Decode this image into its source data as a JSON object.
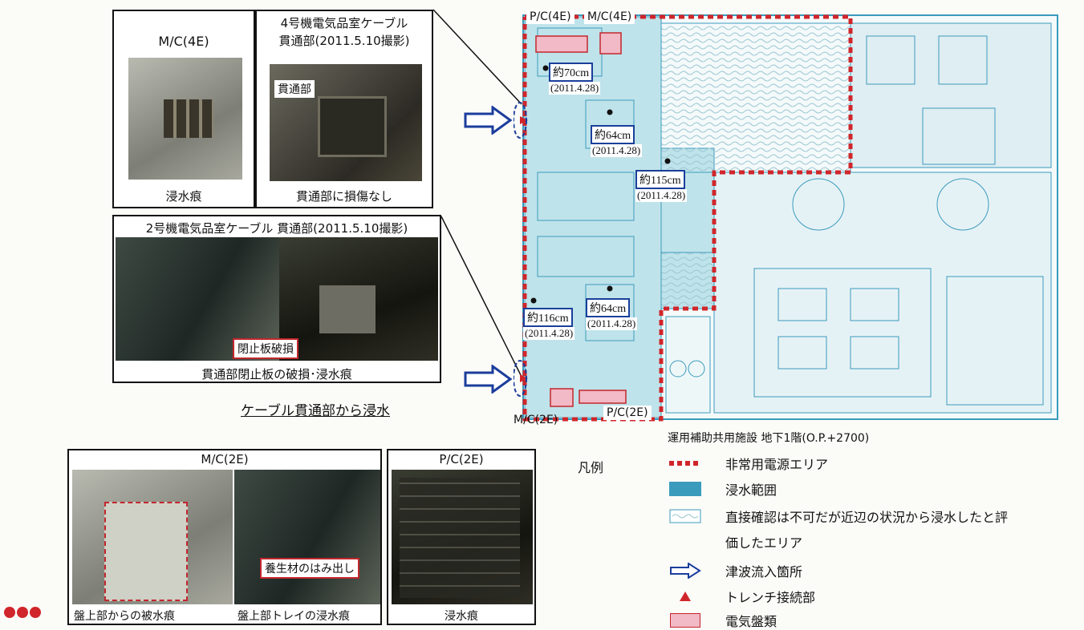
{
  "photos": {
    "mc4e": {
      "title": "M/C(4E)",
      "caption": "浸水痕"
    },
    "pen4": {
      "title_line1": "4号機電気品室ケーブル",
      "title_line2": "貫通部(2011.5.10撮影)",
      "label": "貫通部",
      "caption": "貫通部に損傷なし"
    },
    "pen2": {
      "title": "2号機電気品室ケーブル 貫通部(2011.5.10撮影)",
      "label": "閉止板破損",
      "caption": "貫通部閉止板の破損･浸水痕"
    },
    "mc2e": {
      "title": "M/C(2E)",
      "label": "養生材のはみ出し",
      "caption_left": "盤上部からの被水痕",
      "caption_right": "盤上部トレイの浸水痕"
    },
    "pc2e": {
      "title": "P/C(2E)",
      "caption": "浸水痕"
    }
  },
  "cable_heading": "ケーブル貫通部から浸水",
  "plan": {
    "labels": {
      "pc4e": "P/C(4E)",
      "mc4e": "M/C(4E)",
      "mc2e": "M/C(2E)",
      "pc2e": "P/C(2E)"
    },
    "measurements": [
      {
        "value": "約70cm",
        "date": "(2011.4.28)"
      },
      {
        "value": "約64cm",
        "date": "(2011.4.28)"
      },
      {
        "value": "約115cm",
        "date": "(2011.4.28)"
      },
      {
        "value": "約64cm",
        "date": "(2011.4.28)"
      },
      {
        "value": "約116cm",
        "date": "(2011.4.28)"
      }
    ],
    "caption": "運用補助共用施設 地下1階(O.P.+2700)"
  },
  "legend": {
    "title": "凡例",
    "items": [
      {
        "text": "非常用電源エリア"
      },
      {
        "text": "浸水範囲"
      },
      {
        "text": "直接確認は不可だが近辺の状況から浸水したと評"
      },
      {
        "text": "価したエリア"
      },
      {
        "text": "津波流入箇所"
      },
      {
        "text": "トレンチ接続部"
      },
      {
        "text": "電気盤類"
      }
    ]
  },
  "colors": {
    "flood": "#bfe3ea",
    "wall": "#3b9bbd",
    "emergency": "#d0262b",
    "panel": "#f2b9c6",
    "arrow": "#1b3d9c"
  }
}
